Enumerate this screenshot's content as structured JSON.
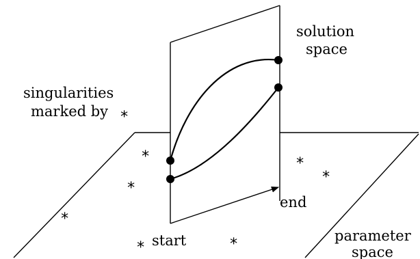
{
  "labels": {
    "solution_line1": "solution",
    "solution_line2": "space",
    "singularities_line1": "singularities",
    "singularities_line2": "marked by",
    "star_symbol": "*",
    "start": "start",
    "end": "end",
    "parameter_line1": "parameter",
    "parameter_line2": "space"
  },
  "colors": {
    "ink": "#000000",
    "background": "#ffffff"
  }
}
